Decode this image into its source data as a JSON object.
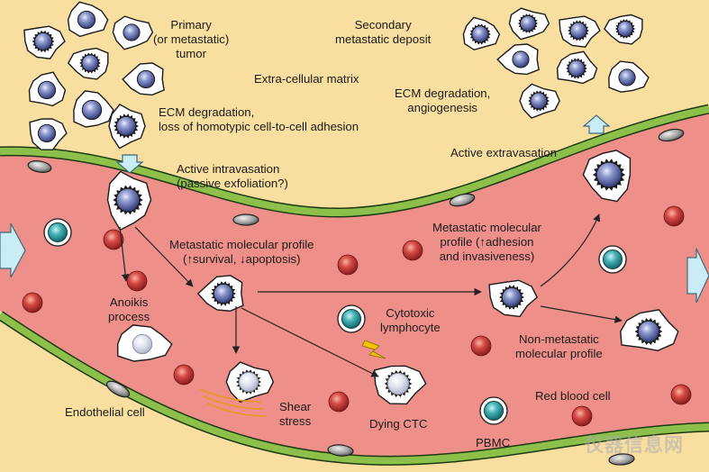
{
  "labels": {
    "primary_tumor": "Primary\n(or metastatic)\ntumor",
    "secondary_deposit": "Secondary\nmetastatic deposit",
    "ecm": "Extra-cellular matrix",
    "ecm_degradation_adhesion": "ECM degradation,\nloss of homotypic cell-to-cell adhesion",
    "ecm_degradation_angiogenesis": "ECM degradation,\nangiogenesis",
    "active_intravasation": "Active intravasation\n(passive exfoliation?)",
    "active_extravasation": "Active extravasation",
    "profile_survival": "Metastatic molecular profile\n(↑survival, ↓apoptosis)",
    "profile_adhesion": "Metastatic molecular\nprofile (↑adhesion\nand invasiveness)",
    "anoikis": "Anoikis\nprocess",
    "cytotoxic": "Cytotoxic\nlymphocyte",
    "non_metastatic": "Non-metastatic\nmolecular profile",
    "red_blood_cell": "Red blood cell",
    "endothelial": "Endothelial cell",
    "shear": "Shear\nstress",
    "dying_ctc": "Dying CTC",
    "pbmc": "PBMC"
  },
  "watermark": "仪器信息网",
  "colors": {
    "ecm_background": "#f9df9f",
    "vessel_lumen": "#ef8f8a",
    "vessel_wall": "#8cc04a",
    "tumor_cell_nucleus": "#3f4a99",
    "lymphocyte_nucleus": "#1f8c90",
    "red_blood_cell": "#c8383a",
    "flow_arrow": "#c9ecf5"
  }
}
